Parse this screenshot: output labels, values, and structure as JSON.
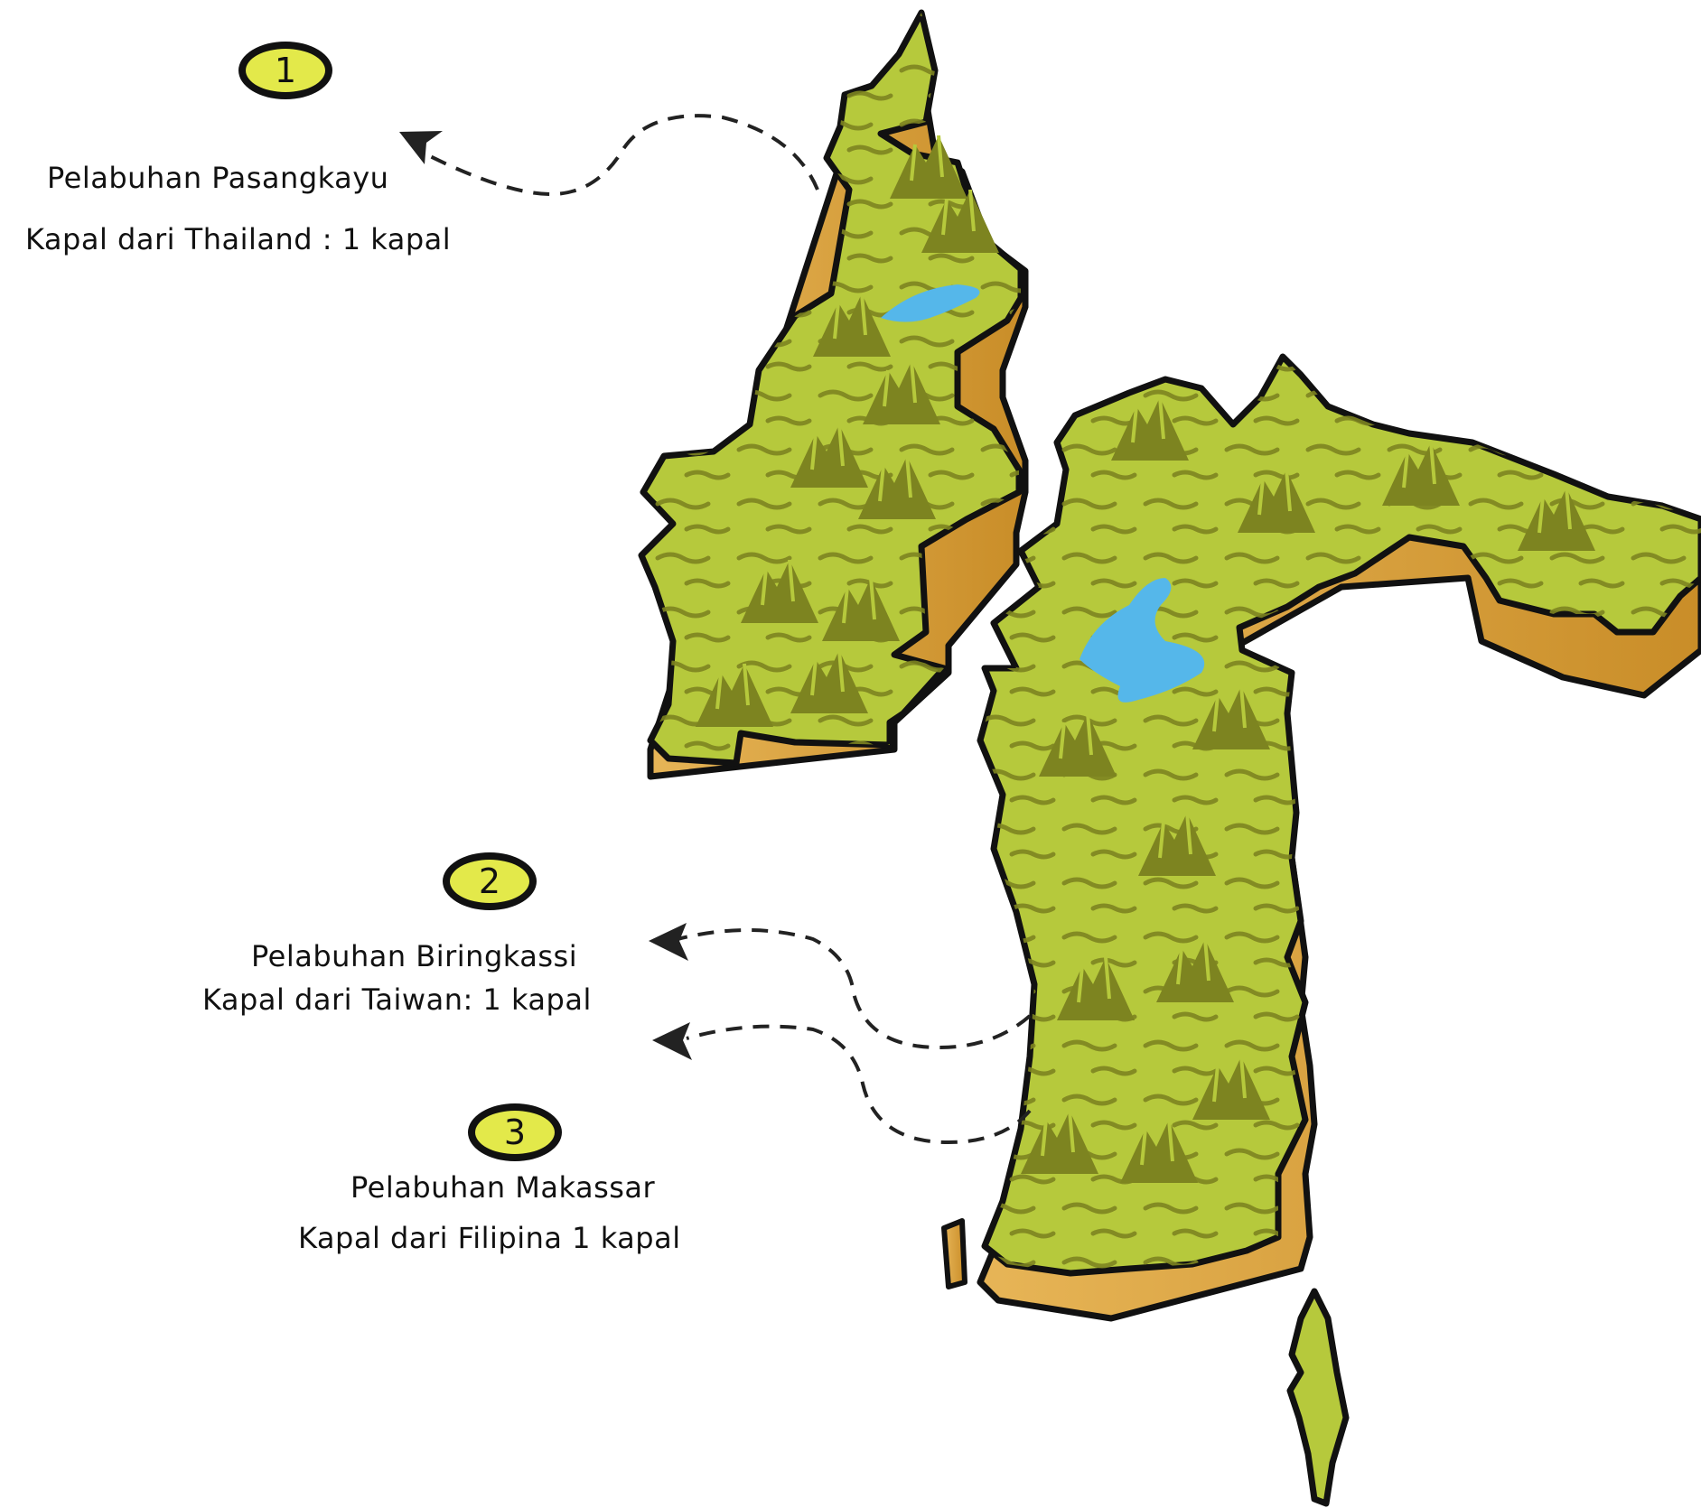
{
  "palette": {
    "land_fill": "#b6c93c",
    "land_texture": "#7d8420",
    "cliff_fill": "#d9a23c",
    "cliff_dark": "#a06d18",
    "lake": "#55b7ea",
    "outline": "#111111",
    "badge_fill": "#e3e94a"
  },
  "ports": [
    {
      "number": "1",
      "name": "Pelabuhan Pasangkayu",
      "info": "Kapal dari Thailand :  1  kapal"
    },
    {
      "number": "2",
      "name": "Pelabuhan Biringkassi",
      "info": "Kapal dari Taiwan:  1  kapal"
    },
    {
      "number": "3",
      "name": "Pelabuhan Makassar",
      "info": "Kapal dari Filipina  1 kapal"
    }
  ]
}
